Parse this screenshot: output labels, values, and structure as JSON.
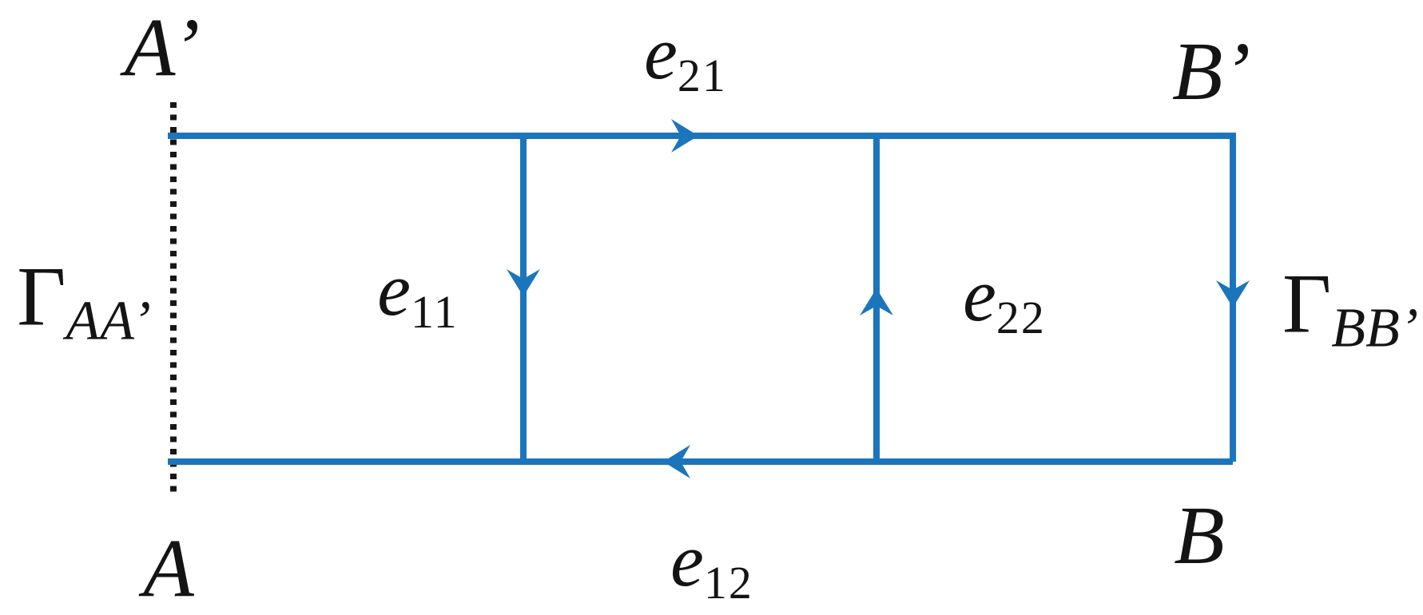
{
  "diagram": {
    "description": "Rectangular graph/cycle diagram with boundary paths and directed edges",
    "colors": {
      "edge_blue": "#1b75bc",
      "label_black": "#141414",
      "background": "#ffffff"
    },
    "vertices": {
      "a_prime": "A’",
      "b_prime": "B’",
      "a": "A",
      "b": "B"
    },
    "edges": {
      "e21": {
        "base": "e",
        "sub": "21",
        "position": "top",
        "arrow_direction": "right",
        "line_style": "solid"
      },
      "e12": {
        "base": "e",
        "sub": "12",
        "position": "bottom",
        "arrow_direction": "left",
        "line_style": "solid"
      },
      "e11": {
        "base": "e",
        "sub": "11",
        "position": "inner-left",
        "arrow_direction": "down",
        "line_style": "solid"
      },
      "e22": {
        "base": "e",
        "sub": "22",
        "position": "inner-right",
        "arrow_direction": "up",
        "line_style": "solid"
      },
      "gamma_aa": {
        "base": "Γ",
        "sub": "AA’",
        "position": "left",
        "arrow_direction": "none",
        "line_style": "dotted"
      },
      "gamma_bb": {
        "base": "Γ",
        "sub": "BB’",
        "position": "right",
        "arrow_direction": "down",
        "line_style": "solid"
      }
    }
  }
}
